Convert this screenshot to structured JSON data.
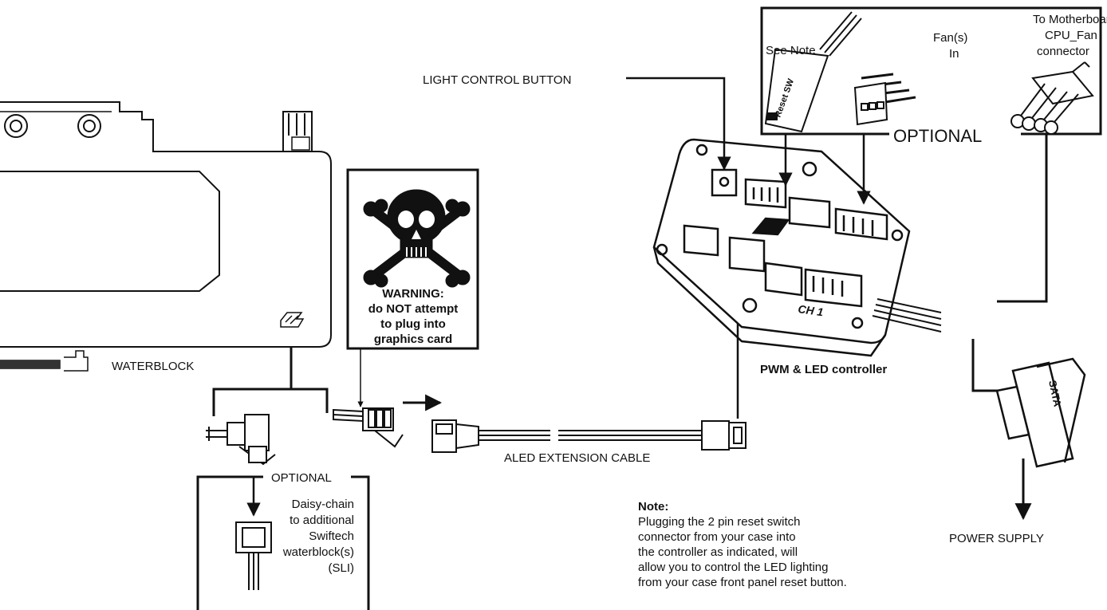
{
  "labels": {
    "light_control": "LIGHT CONTROL BUTTON",
    "waterblock": "WATERBLOCK",
    "aled_cable": "ALED EXTENSION CABLE",
    "controller": "PWM & LED controller",
    "power_supply": "POWER SUPPLY",
    "optional_top": "OPTIONAL",
    "optional_bottom": "OPTIONAL",
    "see_note": "See Note",
    "fans_in_line1": "Fan(s)",
    "fans_in_line2": "In",
    "mobo_line1": "To Motherboard",
    "mobo_line2": "CPU_Fan",
    "mobo_line3": "connector",
    "reset_sw": "Reset SW",
    "ch1": "CH 1",
    "sata": "SATA"
  },
  "warning": {
    "line1": "WARNING:",
    "line2": "do NOT attempt",
    "line3": "to plug into",
    "line4": "graphics card"
  },
  "daisy": {
    "line1": "Daisy-chain",
    "line2": "to additional",
    "line3": "Swiftech",
    "line4": "waterblock(s)",
    "line5": "(SLI)"
  },
  "note": {
    "title": "Note:",
    "line1": "Plugging the 2 pin reset switch",
    "line2": "connector from your case into",
    "line3": "the controller as indicated, will",
    "line4": "allow you to control the LED lighting",
    "line5": "from your case front panel reset button."
  }
}
